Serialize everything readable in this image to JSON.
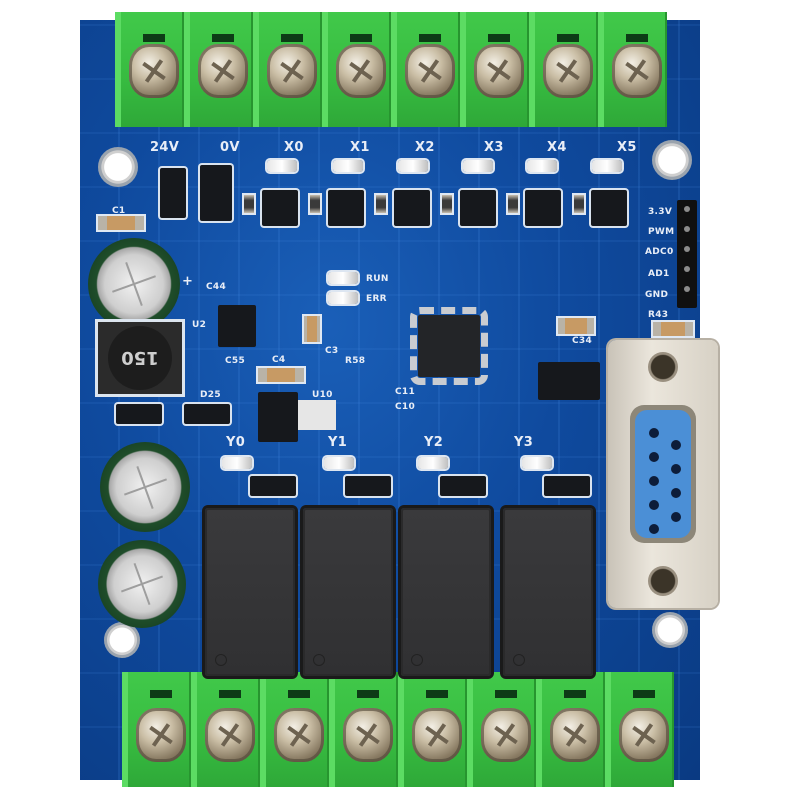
{
  "scene": {
    "subject": "PLC controller PCB board",
    "board_color": "#0f4a9e",
    "terminal_color": "#37bb40",
    "db9_face_color": "#4b8fd6"
  },
  "silkscreen": {
    "power": {
      "v24": "24V",
      "v0": "0V"
    },
    "inputs": [
      "X0",
      "X1",
      "X2",
      "X3",
      "X4",
      "X5"
    ],
    "outputs": [
      "Y0",
      "Y1",
      "Y2",
      "Y3"
    ],
    "header_pins": [
      "3.3V",
      "PWM",
      "ADC0",
      "AD1",
      "GND"
    ],
    "status_leds": {
      "run": "RUN",
      "err": "ERR"
    },
    "refdes": {
      "c1": "C1",
      "c3": "C3",
      "c4": "C4",
      "c44": "C44",
      "c55": "C55",
      "u2": "U2",
      "u10": "U10",
      "d25": "D25",
      "r58": "R58",
      "c11": "C11",
      "c10": "C10",
      "c34": "C34",
      "r43": "R43"
    },
    "inductor_marking": "150",
    "ecap_polarity": "+"
  },
  "components": {
    "top_terminals": 8,
    "bottom_terminals": 8,
    "relays": 4,
    "optocouplers": 6,
    "db9_pins": 9
  }
}
